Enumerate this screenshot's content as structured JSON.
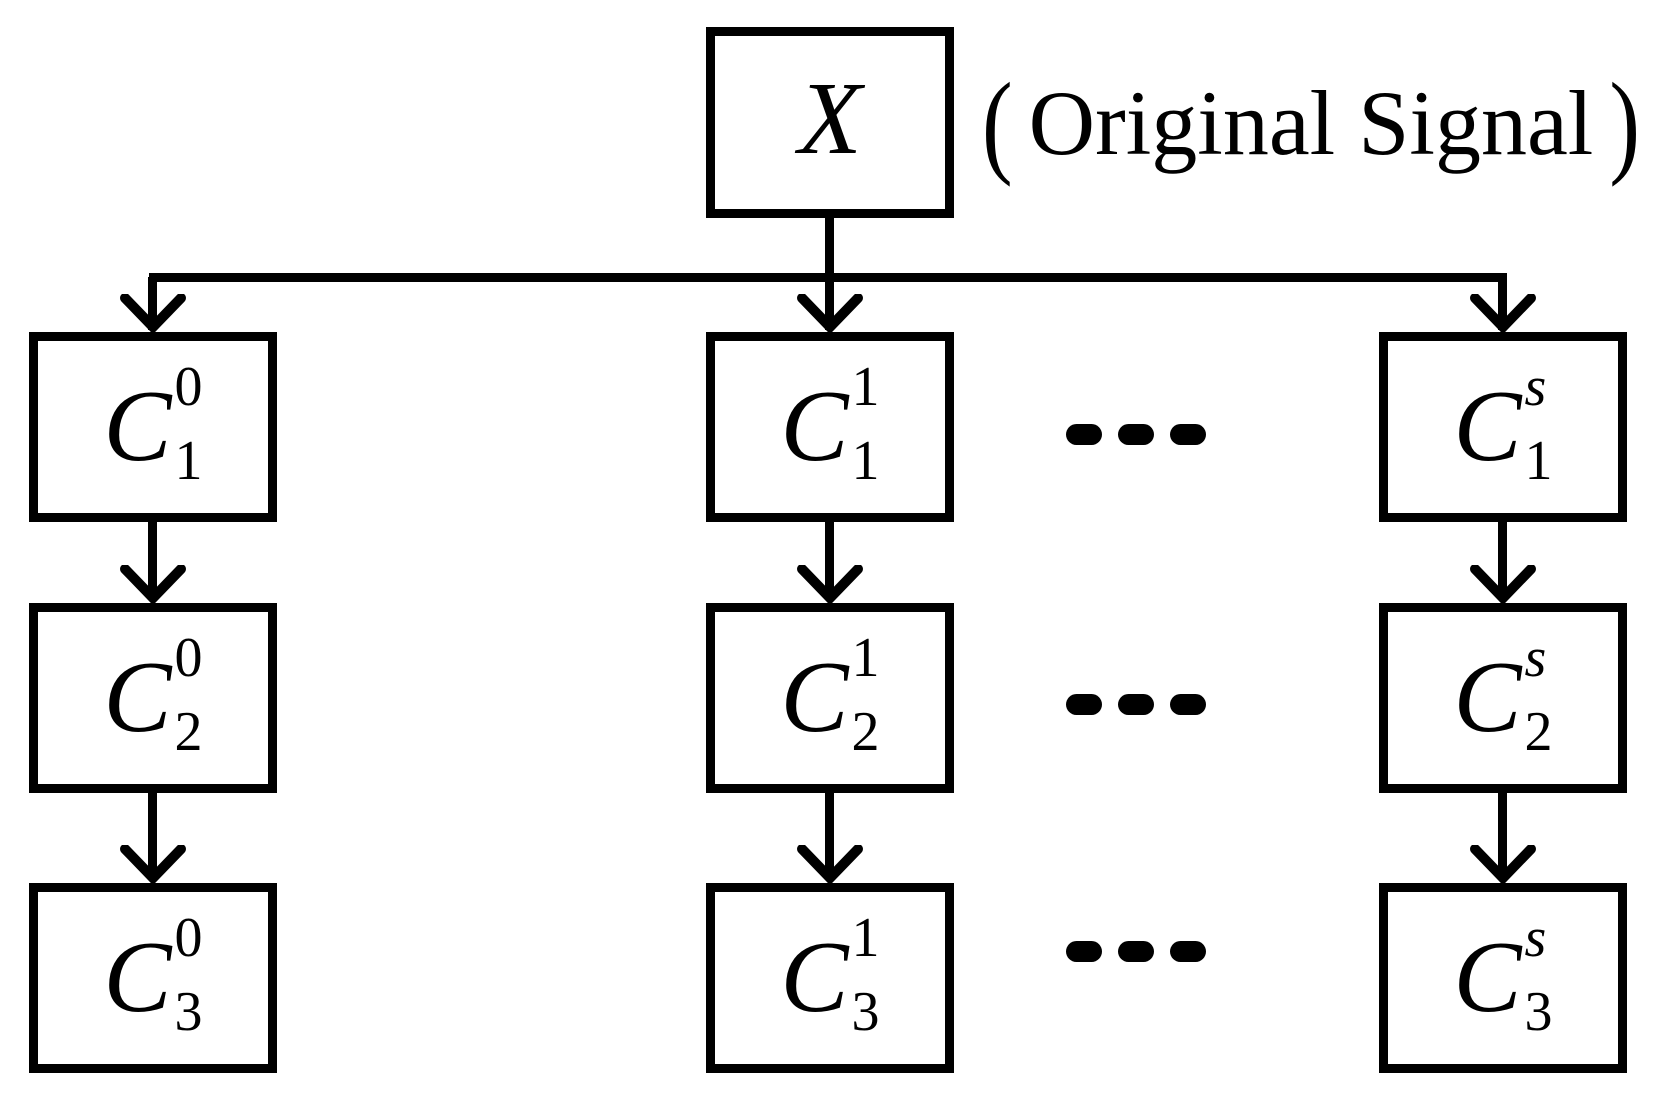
{
  "root": {
    "label": "X",
    "annotation": {
      "open": "(",
      "text": "Original Signal",
      "close": ")"
    }
  },
  "columns": [
    {
      "name": "scale-0",
      "boxes": [
        {
          "base": "C",
          "sup": "0",
          "sub": "1"
        },
        {
          "base": "C",
          "sup": "0",
          "sub": "2"
        },
        {
          "base": "C",
          "sup": "0",
          "sub": "3"
        }
      ]
    },
    {
      "name": "scale-1",
      "boxes": [
        {
          "base": "C",
          "sup": "1",
          "sub": "1"
        },
        {
          "base": "C",
          "sup": "1",
          "sub": "2"
        },
        {
          "base": "C",
          "sup": "1",
          "sub": "3"
        }
      ]
    },
    {
      "name": "scale-s",
      "boxes": [
        {
          "base": "C",
          "sup": "s",
          "sub": "1"
        },
        {
          "base": "C",
          "sup": "s",
          "sub": "2"
        },
        {
          "base": "C",
          "sup": "s",
          "sub": "3"
        }
      ]
    }
  ],
  "decorations": {
    "ellipsis_symbol": "- - -",
    "ellipsis_rows": 3
  },
  "colors": {
    "stroke": "#000000",
    "background": "#ffffff"
  }
}
